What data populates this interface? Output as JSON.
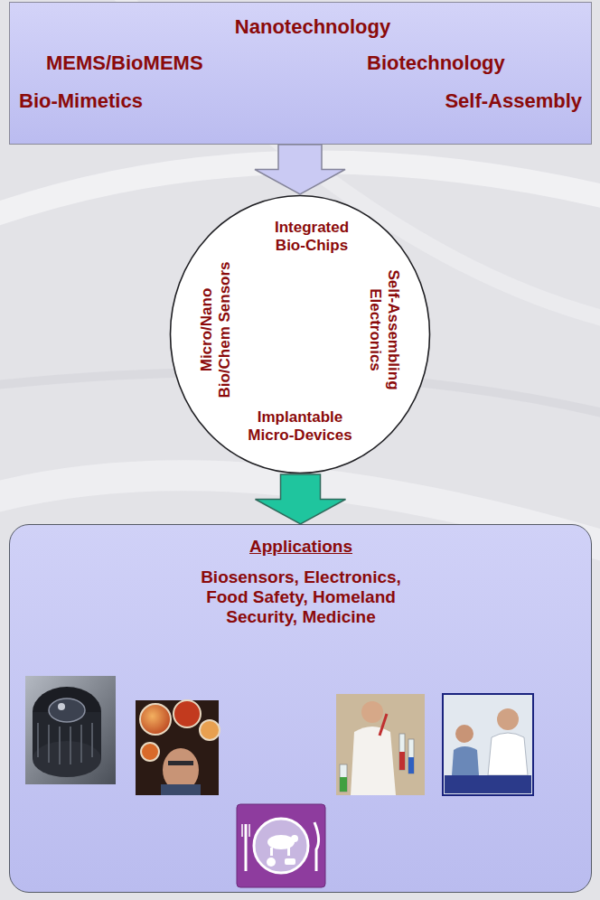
{
  "diagram": {
    "nodes": [
      {
        "text": [
          "Nanotechnology",
          "MEMS/BioMEMS",
          "Biotechnology",
          "Bio-Mimetics",
          "Self-Assembly"
        ]
      },
      {
        "text": [
          "Integrated Bio-Chips",
          "Micro/Nano Bio/Chem Sensors",
          "Self-Assembling Electronics",
          "Implantable Micro-Devices"
        ]
      },
      {
        "text": [
          "Applications",
          "Biosensors, Electronics, Food Safety, Homeland Security, Medicine"
        ]
      }
    ],
    "edges": [
      {
        "from": 0,
        "to": 1,
        "arrow": "to"
      },
      {
        "from": 1,
        "to": 2,
        "arrow": "to"
      }
    ]
  }
}
